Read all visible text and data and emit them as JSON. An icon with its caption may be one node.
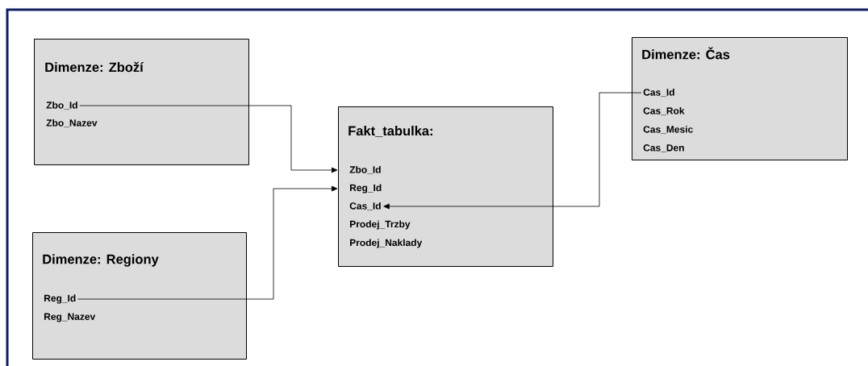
{
  "diagram": {
    "nodes": [
      {
        "text": [
          "Dimenze: Zboží"
        ]
      },
      {
        "text": [
          "Zbo_Id"
        ],
        "in": 0
      },
      {
        "text": [
          "Zbo_Nazev"
        ],
        "in": 0
      },
      {
        "text": [
          "Dimenze: Čas"
        ]
      },
      {
        "text": [
          "Cas_Id"
        ],
        "in": 3
      },
      {
        "text": [
          "Cas_Rok"
        ],
        "in": 3
      },
      {
        "text": [
          "Cas_Mesic"
        ],
        "in": 3
      },
      {
        "text": [
          "Cas_Den"
        ],
        "in": 3
      },
      {
        "text": [
          "Fakt_tabulka:"
        ]
      },
      {
        "text": [
          "Zbo_Id"
        ],
        "in": 8
      },
      {
        "text": [
          "Reg_Id"
        ],
        "in": 8
      },
      {
        "text": [
          "Cas_Id"
        ],
        "in": 8
      },
      {
        "text": [
          "Prodej_Trzby"
        ],
        "in": 8
      },
      {
        "text": [
          "Prodej_Naklady"
        ],
        "in": 8
      },
      {
        "text": [
          "Dimenze: Regiony"
        ]
      },
      {
        "text": [
          "Reg_Id"
        ],
        "in": 14
      },
      {
        "text": [
          "Reg_Nazev"
        ],
        "in": 14
      }
    ],
    "edges": [
      {
        "from": 1,
        "to": 9,
        "arrow": "to"
      },
      {
        "from": 15,
        "to": 10,
        "arrow": "to"
      },
      {
        "from": 4,
        "to": 11,
        "arrow": "to"
      }
    ]
  }
}
